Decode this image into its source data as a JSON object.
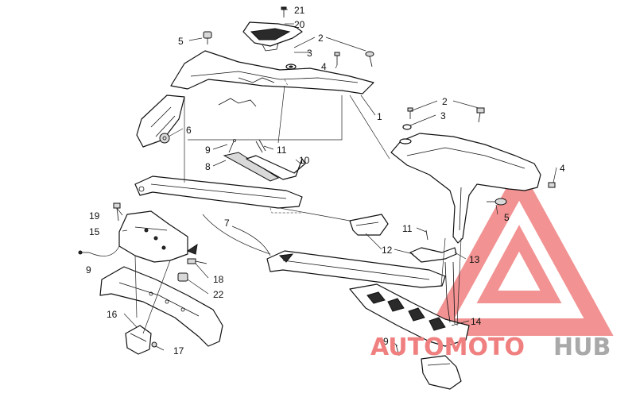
{
  "diagram": {
    "callouts": {
      "c1": "1",
      "c2a": "2",
      "c2b": "2",
      "c3a": "3",
      "c3b": "3",
      "c4a": "4",
      "c4b": "4",
      "c5a": "5",
      "c5b": "5",
      "c6": "6",
      "c7": "7",
      "c8": "8",
      "c9a": "9",
      "c9b": "9",
      "c9c": "9",
      "c10": "10",
      "c11a": "11",
      "c11b": "11",
      "c12": "12",
      "c13": "13",
      "c14": "14",
      "c15": "15",
      "c16": "16",
      "c17": "17",
      "c18": "18",
      "c19": "19",
      "c20": "20",
      "c21": "21",
      "c22": "22"
    }
  },
  "watermark": {
    "text_part1": "AUTOMOTO",
    "text_part2": "HUB",
    "color_red": "#f08080",
    "color_grey": "#a9a9a9"
  }
}
